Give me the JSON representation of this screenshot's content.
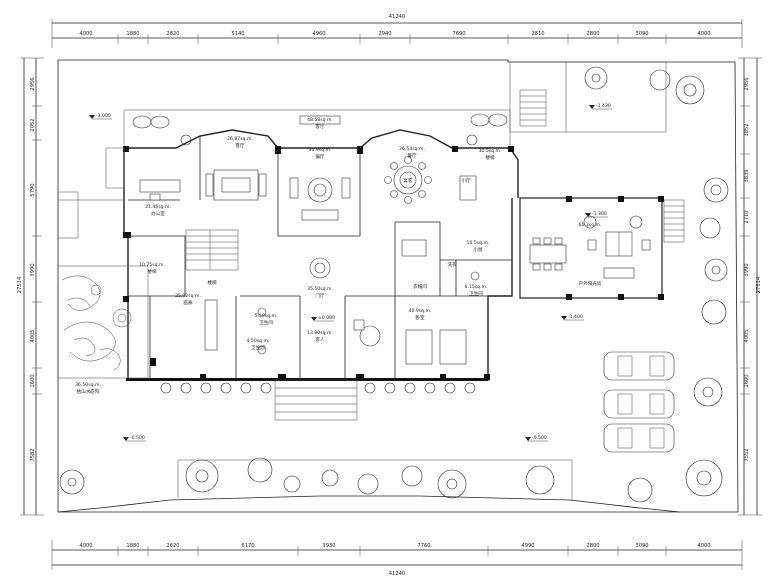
{
  "dimensions": {
    "top_total": "41240",
    "top": [
      "4000",
      "1880",
      "2820",
      "5140",
      "4960",
      "2940",
      "7690",
      "2810",
      "2800",
      "3090",
      "4000"
    ],
    "bottom_total": "41240",
    "bottom": [
      "4000",
      "1880",
      "2620",
      "6170",
      "3930",
      "7760",
      "4990",
      "2800",
      "3090",
      "4000"
    ],
    "left_total": "27514",
    "left": [
      "2956",
      "2052",
      "5790",
      "3990",
      "4005",
      "1600",
      "7582"
    ],
    "right_total": "27514",
    "right": [
      "2956",
      "3852",
      "3839",
      "2710",
      "3990",
      "4005",
      "1600",
      "7552"
    ]
  },
  "rooms": [
    {
      "id": "living",
      "area": "48.58sq.m.",
      "name": "客厅"
    },
    {
      "id": "lounge-left",
      "area": "26.87sq.m.",
      "name": "客厅"
    },
    {
      "id": "family",
      "area": "30.9sq.m.",
      "name": "偏厅"
    },
    {
      "id": "dining",
      "area": "26.54sq.m.",
      "name": "餐厅"
    },
    {
      "id": "banquet",
      "name": "宴客"
    },
    {
      "id": "stair-hall",
      "area": "30.5sq.m.",
      "name": "楼梯"
    },
    {
      "id": "side-hall",
      "name": "小厅"
    },
    {
      "id": "office",
      "area": "21.45sq.m.",
      "name": "办公室"
    },
    {
      "id": "pantry",
      "area": "10.5sq.m.",
      "name": "小厨"
    },
    {
      "id": "sunroom",
      "area": "60.3sq.m.",
      "name": "户外阳光房"
    },
    {
      "id": "tea",
      "area": "10.75sq.m.",
      "name": "楼梯"
    },
    {
      "id": "stair",
      "name": "楼梯"
    },
    {
      "id": "gallery",
      "area": "25.92sq.m.",
      "name": "画廊"
    },
    {
      "id": "wc1",
      "area": "5.50sq.m.",
      "name": "卫生间"
    },
    {
      "id": "foyer",
      "area": "35.50sq.m.",
      "name": "门厅"
    },
    {
      "id": "wc2",
      "area": "6.15sq.m.",
      "name": "卫生间"
    },
    {
      "id": "cloak",
      "name": "衣帽间"
    },
    {
      "id": "laundry",
      "name": "洗衣"
    },
    {
      "id": "bedroom",
      "area": "40.9sq.m.",
      "name": "卧室"
    },
    {
      "id": "study",
      "area": "13.80sq.m.",
      "name": "客人"
    },
    {
      "id": "wc3",
      "area": "4.50sq.m.",
      "name": "卫生间"
    },
    {
      "id": "garden",
      "area": "36.50sq.m.",
      "name": "枯山水庭院"
    }
  ],
  "levels": [
    {
      "id": "lv-upper-left",
      "text": "-3.000"
    },
    {
      "id": "lv-terrace",
      "text": "-1.430"
    },
    {
      "id": "lv-sun",
      "text": "-1.300"
    },
    {
      "id": "lv-foyer",
      "text": "±0.000"
    },
    {
      "id": "lv-right",
      "text": "-1.400"
    },
    {
      "id": "lv-yard-left",
      "text": "-0.500"
    },
    {
      "id": "lv-yard-right",
      "text": "-0.500"
    }
  ]
}
